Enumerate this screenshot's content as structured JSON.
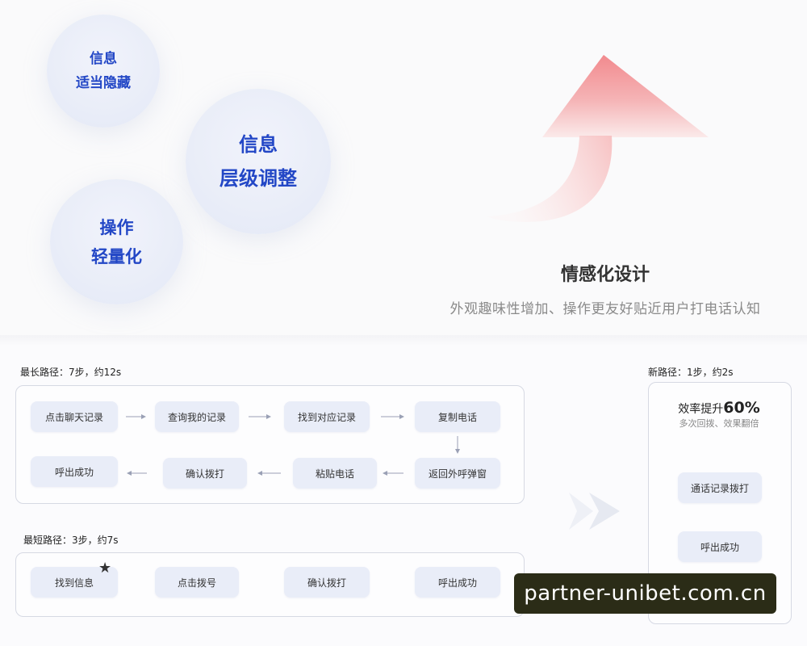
{
  "bubbles": {
    "b1": {
      "line1": "信息",
      "line2": "适当隐藏"
    },
    "b2": {
      "line1": "信息",
      "line2": "层级调整"
    },
    "b3": {
      "line1": "操作",
      "line2": "轻量化"
    }
  },
  "emotion": {
    "title": "情感化设计",
    "subtitle": "外观趣味性增加、操作更友好贴近用户打电话认知"
  },
  "longest": {
    "label": "最长路径：7步，约12s",
    "steps": [
      "点击聊天记录",
      "查询我的记录",
      "找到对应记录",
      "复制电话",
      "返回外呼弹窗",
      "粘贴电话",
      "确认拨打",
      "呼出成功"
    ]
  },
  "shortest": {
    "label": "最短路径：3步，约7s",
    "steps": [
      "找到信息",
      "点击拨号",
      "确认拨打",
      "呼出成功"
    ]
  },
  "newpath": {
    "label": "新路径：1步，约2s",
    "eff_prefix": "效率提升",
    "eff_value": "60%",
    "eff_sub": "多次回拨、效果翻倍",
    "steps": [
      "通话记录拨打",
      "呼出成功"
    ]
  },
  "watermark": "partner-unibet.com.cn",
  "colors": {
    "accent": "#2347c6",
    "arrow": "#f28a8e",
    "step_bg": "#e9edf8"
  }
}
